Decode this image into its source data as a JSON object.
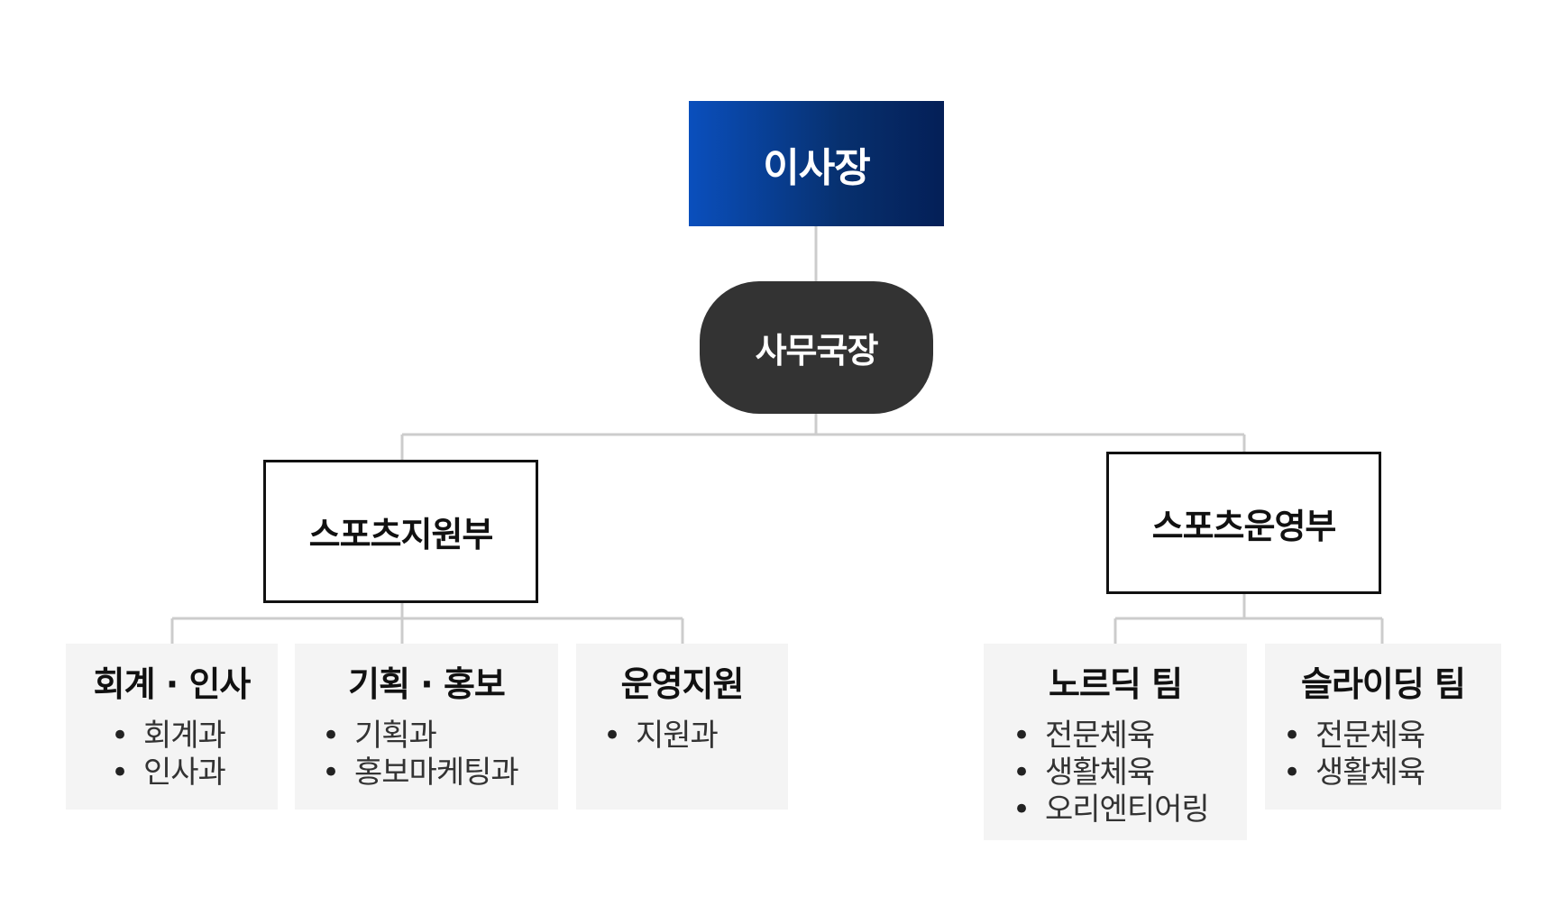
{
  "chairman": {
    "label": "이사장"
  },
  "secretary_general": {
    "label": "사무국장"
  },
  "departments": [
    {
      "label": "스포츠지원부"
    },
    {
      "label": "스포츠운영부"
    }
  ],
  "teams": [
    {
      "title": "회계 · 인사",
      "items": [
        "회계과",
        "인사과"
      ]
    },
    {
      "title": "기획 · 홍보",
      "items": [
        "기획과",
        "홍보마케팅과"
      ]
    },
    {
      "title": "운영지원",
      "items": [
        "지원과"
      ]
    },
    {
      "title": "노르딕 팀",
      "items": [
        "전문체육",
        "생활체육",
        "오리엔티어링"
      ]
    },
    {
      "title": "슬라이딩 팀",
      "items": [
        "전문체육",
        "생활체육"
      ]
    }
  ],
  "colors": {
    "chairman_gradient_start": "#0a4fbd",
    "chairman_gradient_end": "#041f57",
    "secretary_bg": "#333333",
    "connector": "#cccccc",
    "team_bg": "#f4f4f4"
  }
}
